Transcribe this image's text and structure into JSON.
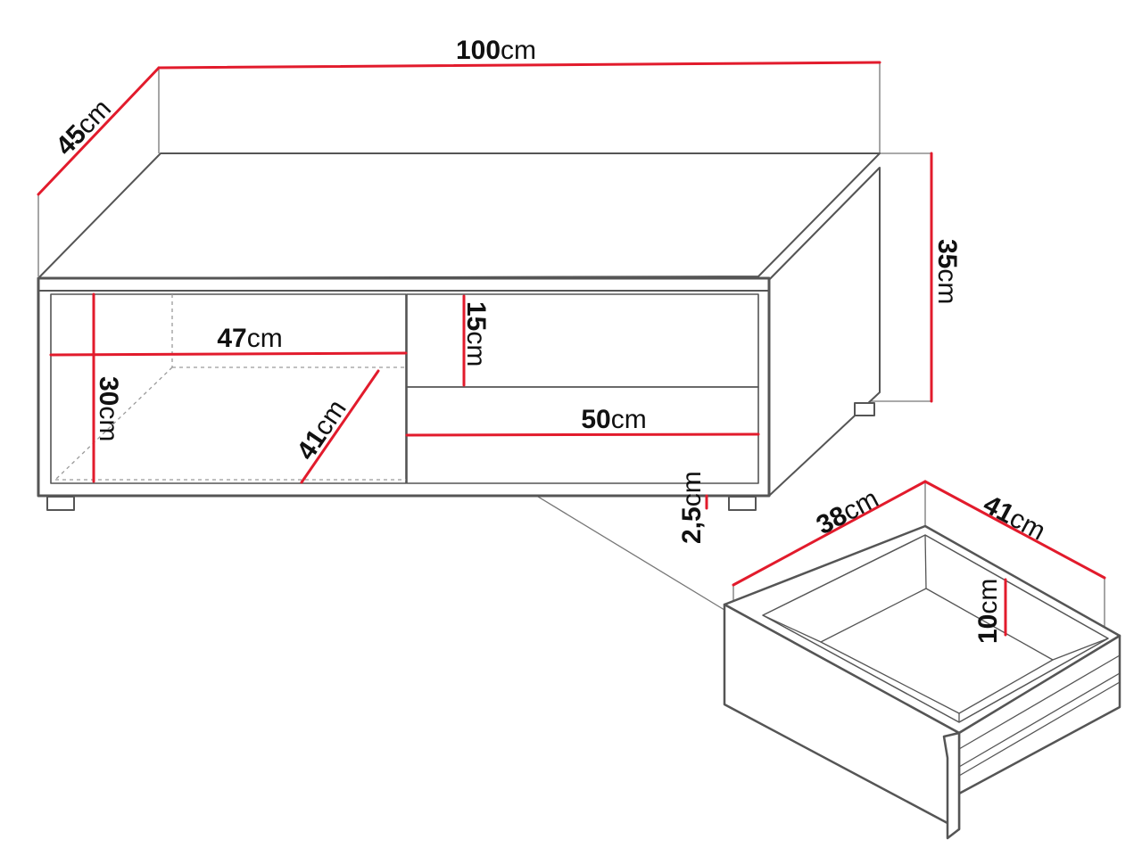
{
  "colors": {
    "outline": "#555555",
    "dimension_line": "#e21b2c",
    "hidden_line": "#9a9a9a",
    "text": "#111111"
  },
  "unit": "cm",
  "dimensions": {
    "width": "100",
    "depth": "45",
    "height": "35",
    "shelf_width": "47",
    "shelf_height": "30",
    "shelf_depth": "41",
    "drawer_front_height": "15",
    "drawer_width": "50",
    "foot_height": "2,5",
    "drawer_inner_width": "38",
    "drawer_inner_depth": "41",
    "drawer_inner_height": "10"
  }
}
